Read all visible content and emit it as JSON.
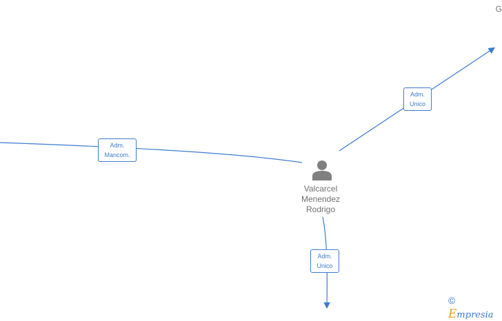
{
  "person": {
    "name_lines": [
      "Valcarcel",
      "Menendez",
      "Rodrigo"
    ]
  },
  "edges": [
    {
      "id": "left",
      "label_lines": [
        "Adm.",
        "Mancom."
      ]
    },
    {
      "id": "top-right",
      "label_lines": [
        "Adm.",
        "Unico"
      ]
    },
    {
      "id": "bottom",
      "label_lines": [
        "Adm.",
        "Unico"
      ]
    }
  ],
  "corner_fragment": "G",
  "brand": {
    "copyright": "©",
    "initial": "E",
    "rest": "mpresia"
  },
  "colors": {
    "edge": "#3c7bd2",
    "node_text": "#6f6f6f",
    "brand_accent": "#e8a020"
  }
}
